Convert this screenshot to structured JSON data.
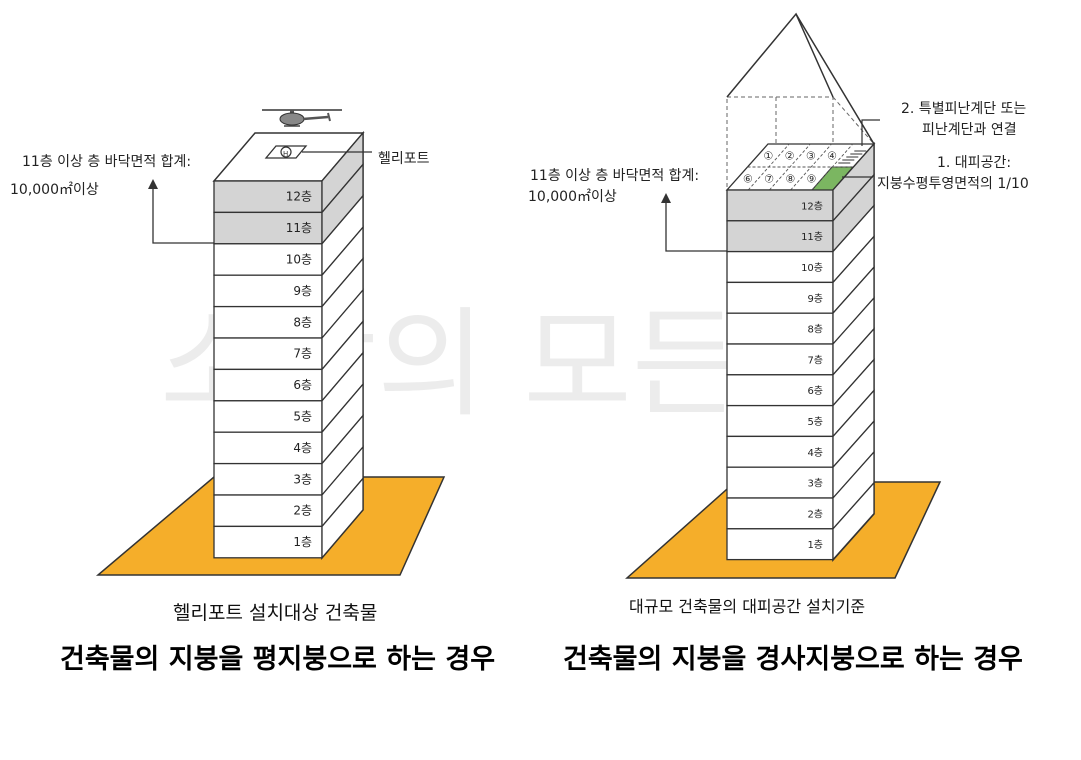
{
  "watermark": "소방의 모든것",
  "left": {
    "floors": [
      "12층",
      "11층",
      "10층",
      "9층",
      "8층",
      "7층",
      "6층",
      "5층",
      "4층",
      "3층",
      "2층",
      "1층"
    ],
    "highlight_floors": [
      "12층",
      "11층"
    ],
    "red_floor": "11층",
    "annotation_line1": "11층 이상 층 바닥면적 합계:",
    "annotation_line2": "10,000㎡이상",
    "heliport_label": "헬리포트",
    "caption": "헬리포트 설치대상 건축물",
    "title": "건축물의 지붕을 평지붕으로 하는 경우"
  },
  "right": {
    "floors": [
      "12층",
      "11층",
      "10층",
      "9층",
      "8층",
      "7층",
      "6층",
      "5층",
      "4층",
      "3층",
      "2층",
      "1층"
    ],
    "highlight_floors": [
      "12층",
      "11층"
    ],
    "red_floor": "11층",
    "annotation_line1": "11층 이상 층 바닥면적 합계:",
    "annotation_line2": "10,000㎡이상",
    "stair_label_line1": "2. 특별피난계단 또는",
    "stair_label_line2": "피난계단과 연결",
    "refuge_label_line1": "1. 대피공간:",
    "refuge_label_line2": "지붕수평투영면적의 1/10",
    "grid_numbers": [
      "①",
      "②",
      "③",
      "④",
      "⑥",
      "⑦",
      "⑧",
      "⑨"
    ],
    "caption": "대규모 건축물의 대피공간 설치기준",
    "title": "건축물의 지붕을 경사지붕으로 하는 경우"
  },
  "colors": {
    "ground": "#F5AE2A",
    "ground_stroke": "#333333",
    "highlight": "#D4D4D4",
    "roof_right_green": "#7BB661",
    "red": "#E8282A",
    "line": "#333333"
  }
}
